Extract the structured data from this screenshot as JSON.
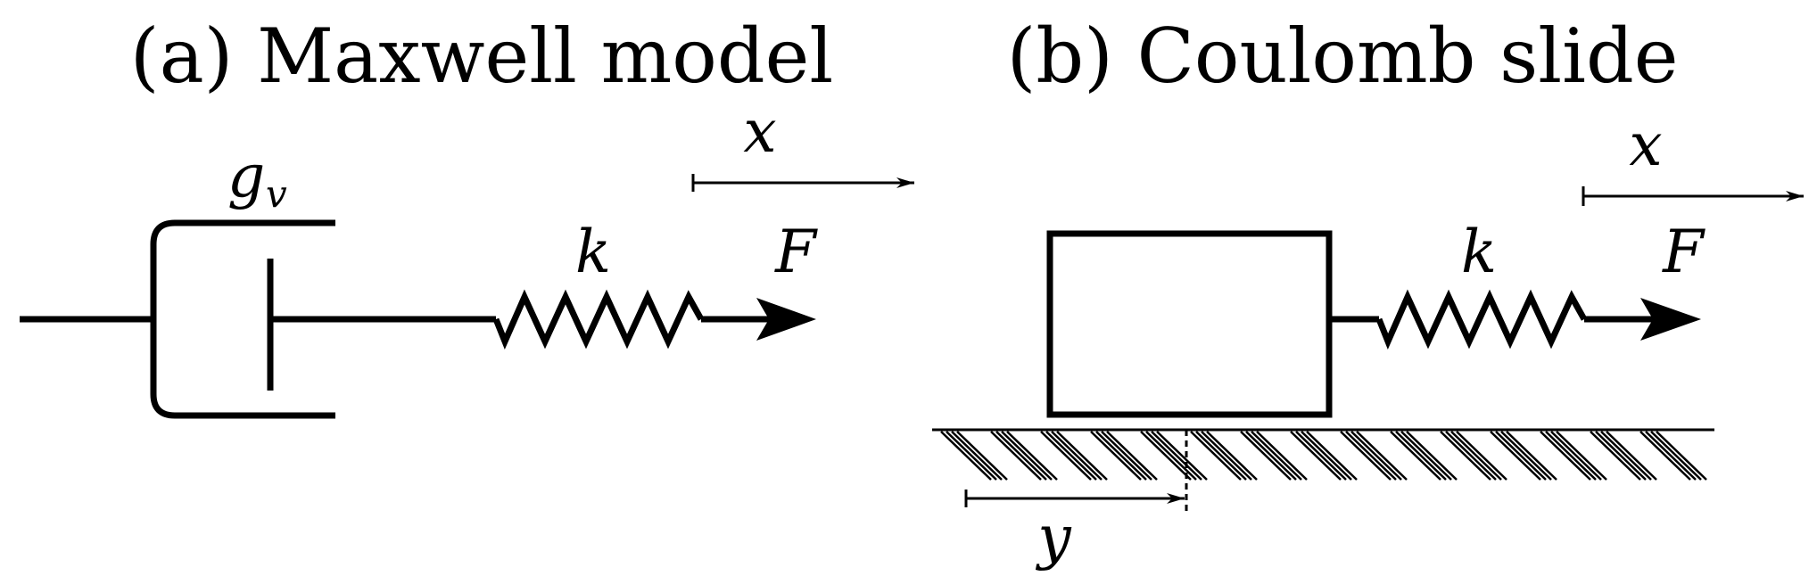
{
  "panels": {
    "a": {
      "title": "(a) Maxwell model",
      "damper_symbol": "g",
      "damper_subscript": "v",
      "spring_label": "k",
      "force_label": "F",
      "displacement_label": "x"
    },
    "b": {
      "title": "(b) Coulomb slide",
      "spring_label": "k",
      "force_label": "F",
      "displacement_label": "x",
      "slide_displacement_label": "y"
    }
  },
  "colors": {
    "stroke": "#000000",
    "background": "#ffffff"
  }
}
